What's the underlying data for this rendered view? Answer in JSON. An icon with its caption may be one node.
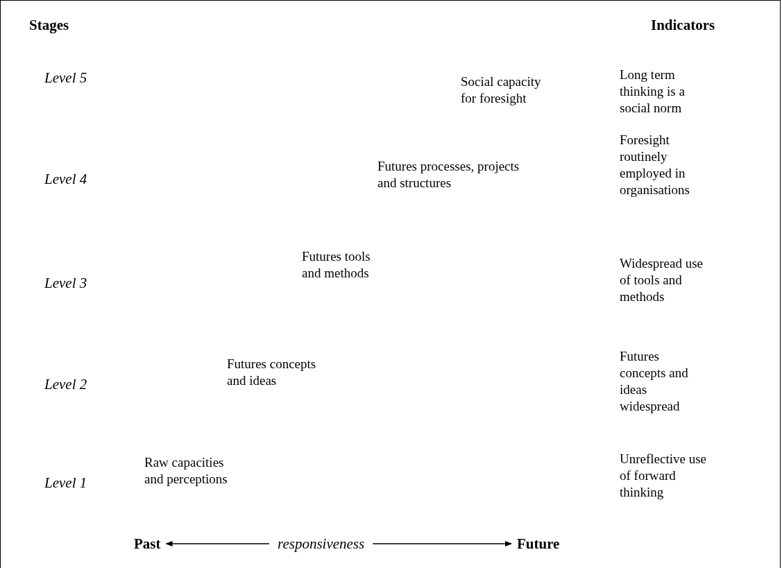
{
  "diagram": {
    "nodes": [
      {
        "text": [
          "Past"
        ]
      },
      {
        "text": [
          "responsiveness"
        ]
      },
      {
        "text": [
          "Future"
        ]
      }
    ],
    "edges": [
      {
        "from": 1,
        "to": 0,
        "arrow": "to"
      },
      {
        "from": 1,
        "to": 2,
        "arrow": "to"
      }
    ],
    "labels": [
      "Stages",
      "Indicators",
      "Level 5",
      "Social capacity for foresight",
      "Long term thinking is a social norm",
      "Level 4",
      "Futures processes, projects and structures",
      "Foresight routinely employed in organisations",
      "Level 3",
      "Futures tools and methods",
      "Widespread use of tools and methods",
      "Level 2",
      "Futures concepts and ideas",
      "Futures concepts and ideas widespread",
      "Level 1",
      "Raw capacities and perceptions",
      "Unreflective use of forward thinking"
    ]
  }
}
